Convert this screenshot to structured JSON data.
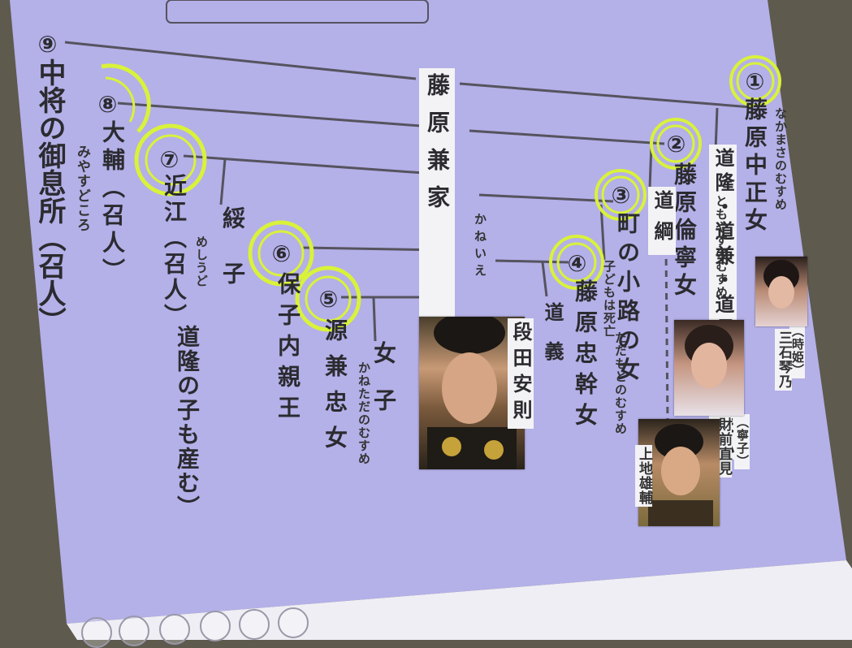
{
  "tree": {
    "root": {
      "name": "藤原兼家",
      "reading": "かねいえ",
      "actor": "段田安則"
    },
    "members": [
      {
        "num": "①",
        "name": "藤原中正女",
        "reading": "なかまさのむすめ",
        "role": "（時姫）",
        "actor": "三石琴乃",
        "children": "道隆・道兼・道長・詮子ほか"
      },
      {
        "num": "②",
        "name": "藤原倫寧女",
        "reading": "ともやすのむすめ",
        "role": "（寧子）",
        "actor": "財前直見",
        "children": "道綱"
      },
      {
        "num": "③",
        "name": "町の小路の女",
        "note": "子どもは死亡"
      },
      {
        "num": "④",
        "name": "藤原忠幹女",
        "reading": "ただもとのむすめ",
        "children": "道義"
      },
      {
        "num": "⑤",
        "name": "源兼忠女",
        "reading": "かねただのむすめ",
        "children": "女子"
      },
      {
        "num": "⑥",
        "name": "保子内親王"
      },
      {
        "num": "⑦",
        "name": "近江（召人）",
        "reading": "めしうど",
        "children": "綏子",
        "note": "道隆の子も産む）"
      },
      {
        "num": "⑧",
        "name": "大輔（召人）"
      },
      {
        "num": "⑨",
        "name": "中将の御息所（召人）",
        "reading": "みやすどころ"
      }
    ],
    "extra_actor": "上地雄輔"
  },
  "colors": {
    "slide": "#b4b0e8",
    "line": "#55535e",
    "ring": "#d9f23a",
    "text": "#2b2b30"
  }
}
